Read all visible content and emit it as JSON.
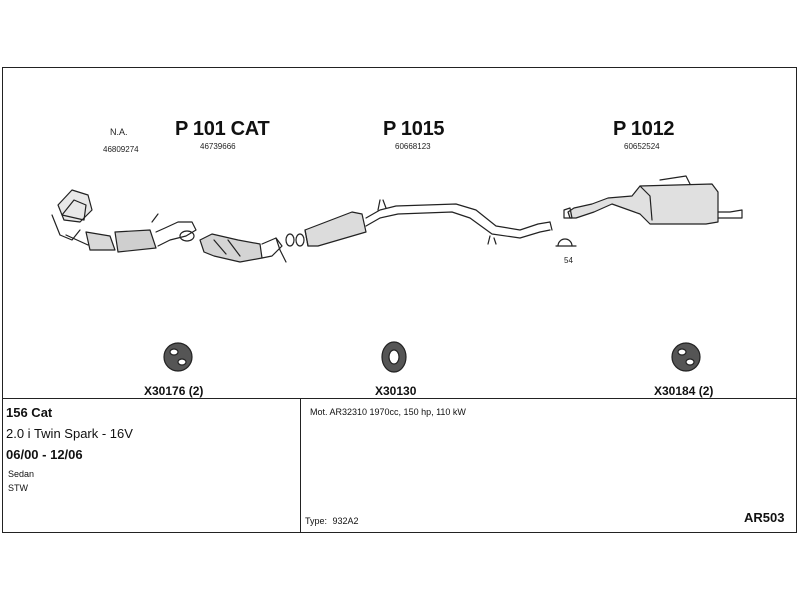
{
  "parts": {
    "na_label": "N.A.",
    "na_number": "46809274",
    "p101_label": "P 101 CAT",
    "p101_number": "46739666",
    "p1015_label": "P 1015",
    "p1015_number": "60668123",
    "p1012_label": "P 1012",
    "p1012_number": "60652524",
    "clamp_number": "54"
  },
  "mounts": [
    {
      "label": "X30176 (2)",
      "icon": "rubber-hanger-icon"
    },
    {
      "label": "X30130",
      "icon": "rubber-ring-icon"
    },
    {
      "label": "X30184 (2)",
      "icon": "rubber-hanger-icon"
    }
  ],
  "vehicle": {
    "model": "156 Cat",
    "engine": "2.0 i Twin Spark - 16V",
    "years": "06/00 - 12/06",
    "body1": "Sedan",
    "body2": "STW"
  },
  "motor": {
    "spec": "Mot. AR32310 1970cc, 150 hp, 110 kW",
    "type_label": "Type:",
    "type_value": "932A2"
  },
  "diagram_code": "AR503"
}
